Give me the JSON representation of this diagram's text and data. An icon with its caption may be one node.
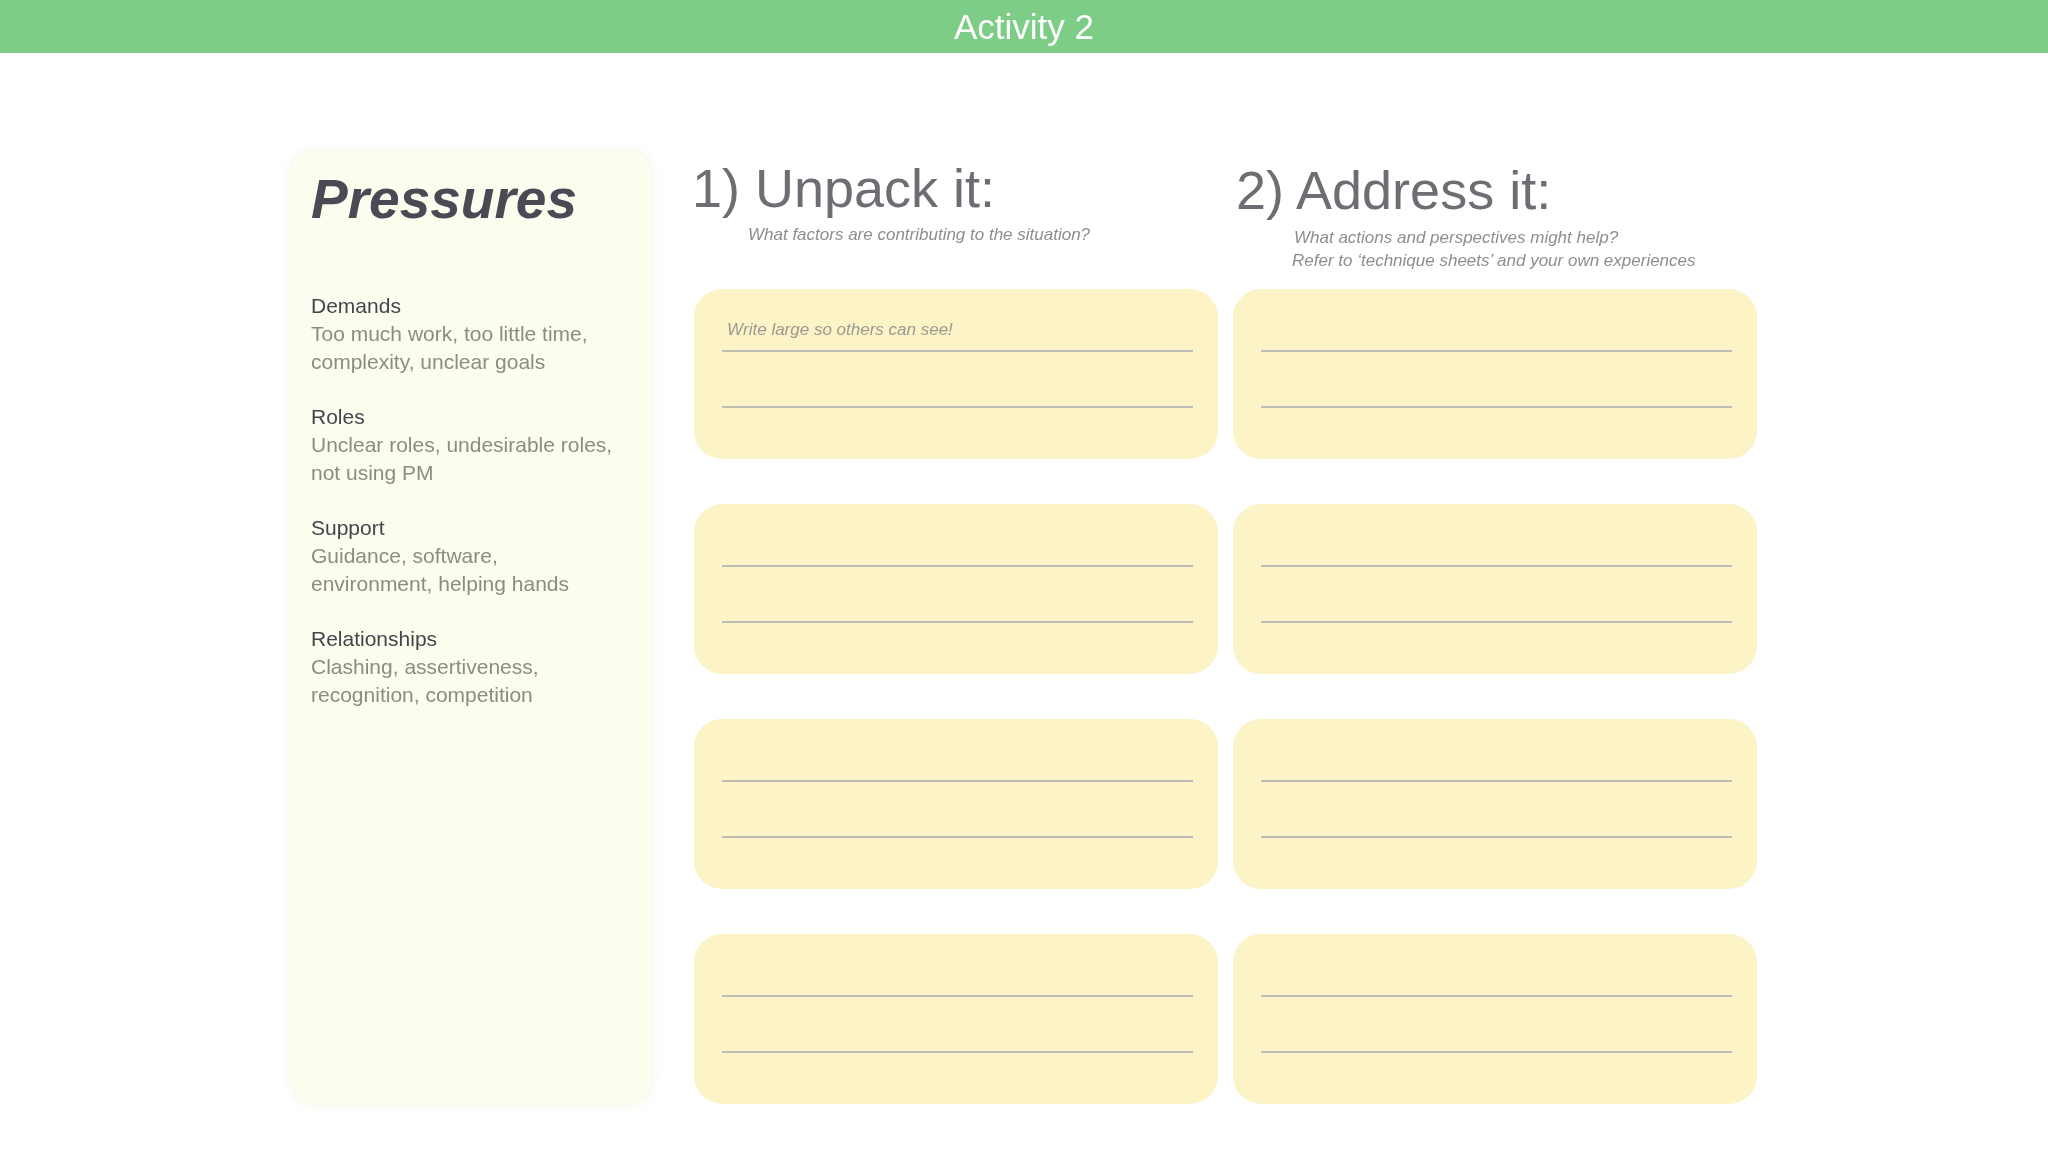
{
  "diagram": {
    "title": "Activity 2",
    "nodes": [
      {
        "text": [
          "Pressures",
          "Demands",
          "Too much work, too little time, complexity, unclear goals",
          "Roles",
          "Unclear roles, undesirable roles, not using PM",
          "Support",
          "Guidance, software, environment, helping hands",
          "Relationships",
          "Clashing, assertiveness, recognition, competition"
        ]
      },
      {
        "text": [
          "Write large so others can see!"
        ]
      },
      {
        "text": [],
        "shape": "box"
      },
      {
        "text": [],
        "shape": "box"
      },
      {
        "text": [],
        "shape": "box"
      },
      {
        "text": [],
        "shape": "box"
      },
      {
        "text": [],
        "shape": "box"
      },
      {
        "text": [],
        "shape": "box"
      },
      {
        "text": [],
        "shape": "box"
      }
    ],
    "labels": [
      "1) Unpack it:",
      "What factors are contributing to the situation?",
      "2) Address it:",
      "What actions and perspectives might help?",
      "Refer to ‘technique sheets’ and your own experiences"
    ]
  }
}
